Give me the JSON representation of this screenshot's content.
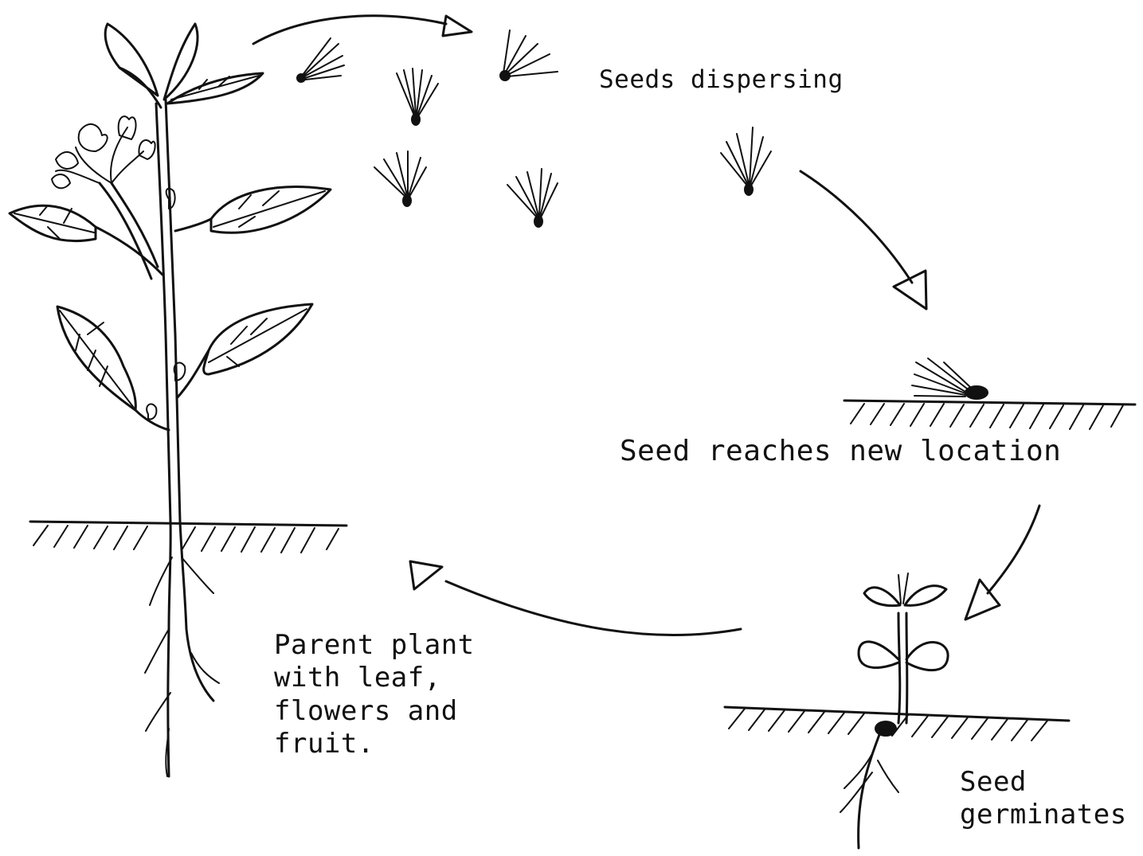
{
  "labels": {
    "dispersing": "Seeds dispersing",
    "new_location": "Seed reaches new location",
    "parent_plant": "Parent plant\nwith leaf,\nflowers and\nfruit.",
    "germinates": "Seed\ngerminates"
  },
  "colors": {
    "ink": "#111111",
    "background": "#ffffff"
  }
}
